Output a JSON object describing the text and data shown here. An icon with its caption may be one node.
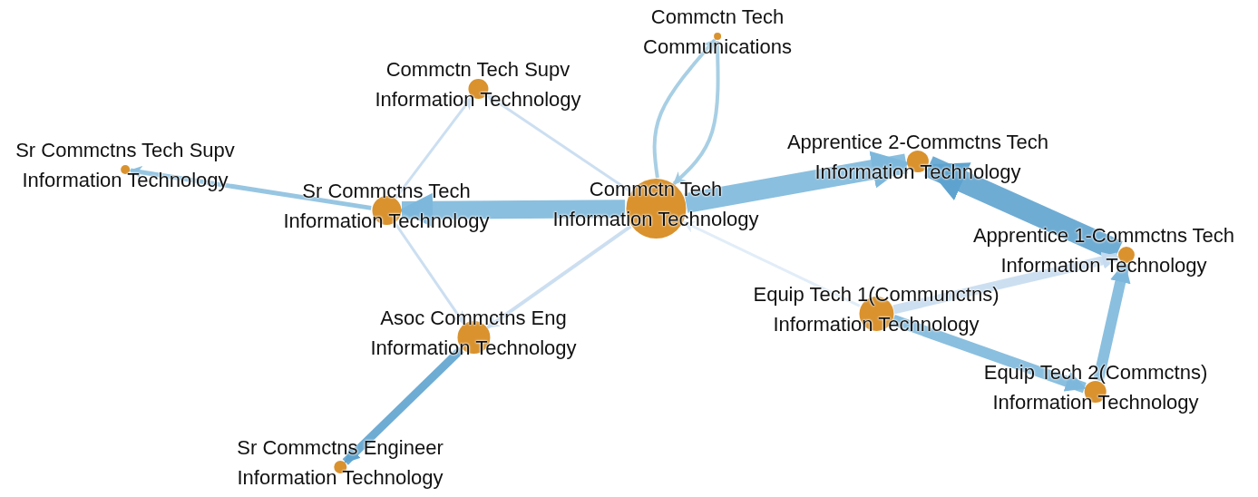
{
  "diagram": {
    "nodes": [
      {
        "text": [
          "Commctn Tech",
          "Communications"
        ]
      },
      {
        "text": [
          "Commctn Tech Supv",
          "Information Technology"
        ]
      },
      {
        "text": [
          "Sr Commctns Tech Supv",
          "Information Technology"
        ]
      },
      {
        "text": [
          "Sr Commctns Tech",
          "Information Technology"
        ]
      },
      {
        "text": [
          "Commctn Tech",
          "Information Technology"
        ]
      },
      {
        "text": [
          "Apprentice 2-Commctns Tech",
          "Information Technology"
        ]
      },
      {
        "text": [
          "Apprentice 1-Commctns Tech",
          "Information Technology"
        ]
      },
      {
        "text": [
          "Equip Tech 1(Communctns)",
          "Information Technology"
        ]
      },
      {
        "text": [
          "Equip Tech 2(Commctns)",
          "Information Technology"
        ]
      },
      {
        "text": [
          "Asoc Commctns Eng",
          "Information Technology"
        ]
      },
      {
        "text": [
          "Sr Commctns Engineer",
          "Information Technology"
        ]
      }
    ],
    "edges": [
      {
        "from": 4,
        "to": 0,
        "arrow": "to",
        "color": "#9ecae1"
      },
      {
        "from": 0,
        "to": 4,
        "arrow": "to",
        "color": "#9ecae1"
      },
      {
        "from": 4,
        "to": 1,
        "arrow": "to"
      },
      {
        "from": 3,
        "to": 1,
        "arrow": "to"
      },
      {
        "from": 3,
        "to": 2,
        "arrow": "to",
        "color": "#8cc0df"
      },
      {
        "from": 4,
        "to": 3,
        "arrow": "to",
        "style": "thick",
        "color": "#7db8dc"
      },
      {
        "from": 3,
        "to": 9,
        "arrow": "to"
      },
      {
        "from": 4,
        "to": 9,
        "arrow": "to"
      },
      {
        "from": 4,
        "to": 5,
        "arrow": "to",
        "style": "thick",
        "color": "#7db8dc"
      },
      {
        "from": 6,
        "to": 5,
        "arrow": "to",
        "style": "thick",
        "color": "#5ea3cf"
      },
      {
        "from": 7,
        "to": 4,
        "arrow": "to",
        "color": "#deebf7"
      },
      {
        "from": 7,
        "to": 6,
        "arrow": "to",
        "style": "thick"
      },
      {
        "from": 7,
        "to": 8,
        "arrow": "to",
        "style": "thick",
        "color": "#7db8dc"
      },
      {
        "from": 8,
        "to": 6,
        "arrow": "to",
        "style": "thick",
        "color": "#7db8dc"
      },
      {
        "from": 9,
        "to": 10,
        "arrow": "to",
        "style": "thick",
        "color": "#5ea3cf"
      }
    ]
  }
}
